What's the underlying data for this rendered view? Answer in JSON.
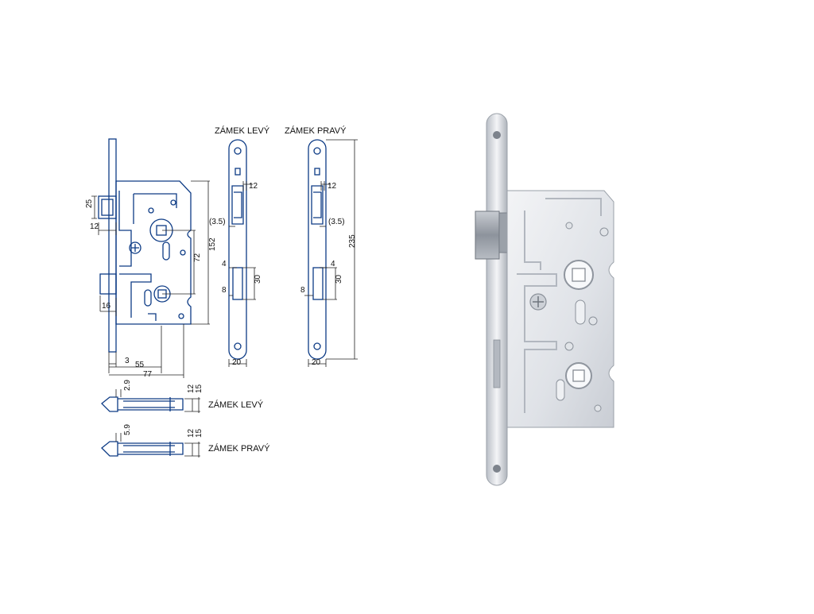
{
  "views": {
    "left_caption": "ZÁMEK LEVÝ",
    "right_caption": "ZÁMEK PRAVÝ"
  },
  "bolts": {
    "left_caption": "ZÁMEK LEVÝ",
    "right_caption": "ZÁMEK PRAVÝ"
  },
  "dims": {
    "d25": "25",
    "d12_latch": "12",
    "d16": "16",
    "d3": "3",
    "d55": "55",
    "d77": "77",
    "d72": "72",
    "d152": "152",
    "d235": "235",
    "d12_lv": "12",
    "d12_pr": "12",
    "d35_lv": "(3.5)",
    "d35_pr": "(3.5)",
    "d4_lv": "4",
    "d4_pr": "4",
    "d8_lv": "8",
    "d8_pr": "8",
    "d30_lv": "30",
    "d30_pr": "30",
    "d20_lv": "20",
    "d20_pr": "20",
    "d29": "2.9",
    "d12_b1": "12",
    "d15_b1": "15",
    "d59": "5.9",
    "d12_b2": "12",
    "d15_b2": "15"
  },
  "colors": {
    "drawing_line": "#0d3b85",
    "dimension_line": "#222222",
    "plate_metal": "#d9dde3",
    "body_metal": "#e4e7ec"
  }
}
